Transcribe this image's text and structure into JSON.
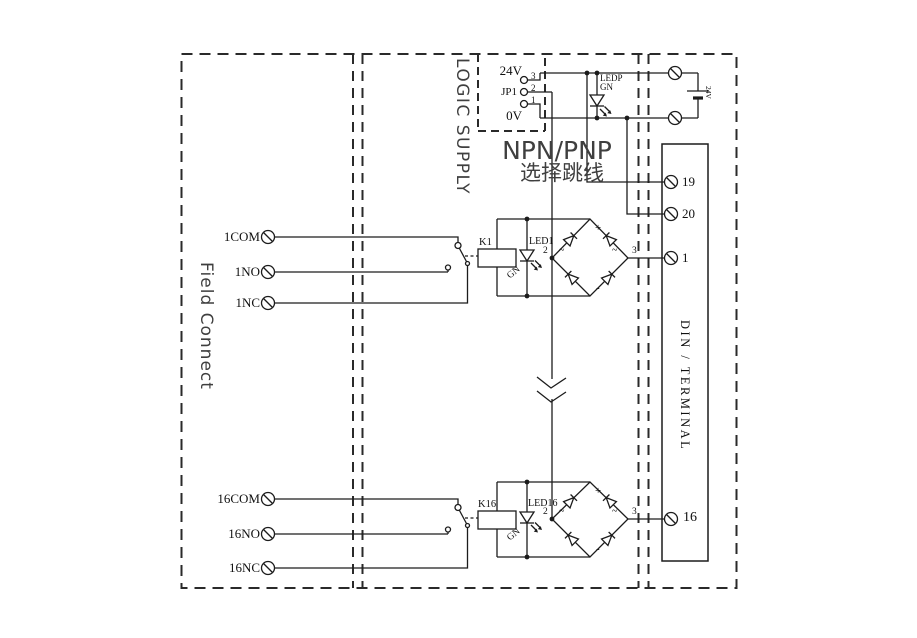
{
  "sections": {
    "field_connect": "Field Connect",
    "logic_supply": "LOGIC SUPPLY",
    "npn_pnp": "NPN/PNP",
    "npn_select": "选择跳线",
    "din_terminal": "DIN / TERMINAL"
  },
  "jumper": {
    "name": "JP1",
    "top_label": "24V",
    "bottom_label": "0V",
    "pin3": "3",
    "pin2": "2",
    "pin1": "1"
  },
  "power_led": {
    "name": "LEDP",
    "color": "GN"
  },
  "supply": {
    "voltage": "24V"
  },
  "din_terminals": {
    "t19": "19",
    "t20": "20",
    "t1": "1",
    "t16": "16"
  },
  "channel1": {
    "com": "1COM",
    "no": "1NO",
    "nc": "1NC",
    "relay": "K1",
    "led": "LED1",
    "led_color": "GN",
    "pin_left": "2",
    "pin_right": "3",
    "plus": "+",
    "minus": "-",
    "ac_left": "~",
    "ac_right": "~"
  },
  "channel16": {
    "com": "16COM",
    "no": "16NO",
    "nc": "16NC",
    "relay": "K16",
    "led": "LED16",
    "led_color": "GN",
    "pin_left": "2",
    "pin_right": "3",
    "plus": "+",
    "minus": "-",
    "ac_left": "~",
    "ac_right": "~"
  },
  "colors": {
    "line": "#1c1c1c",
    "label": "#101010",
    "title_gray": "#3f3f3f"
  }
}
